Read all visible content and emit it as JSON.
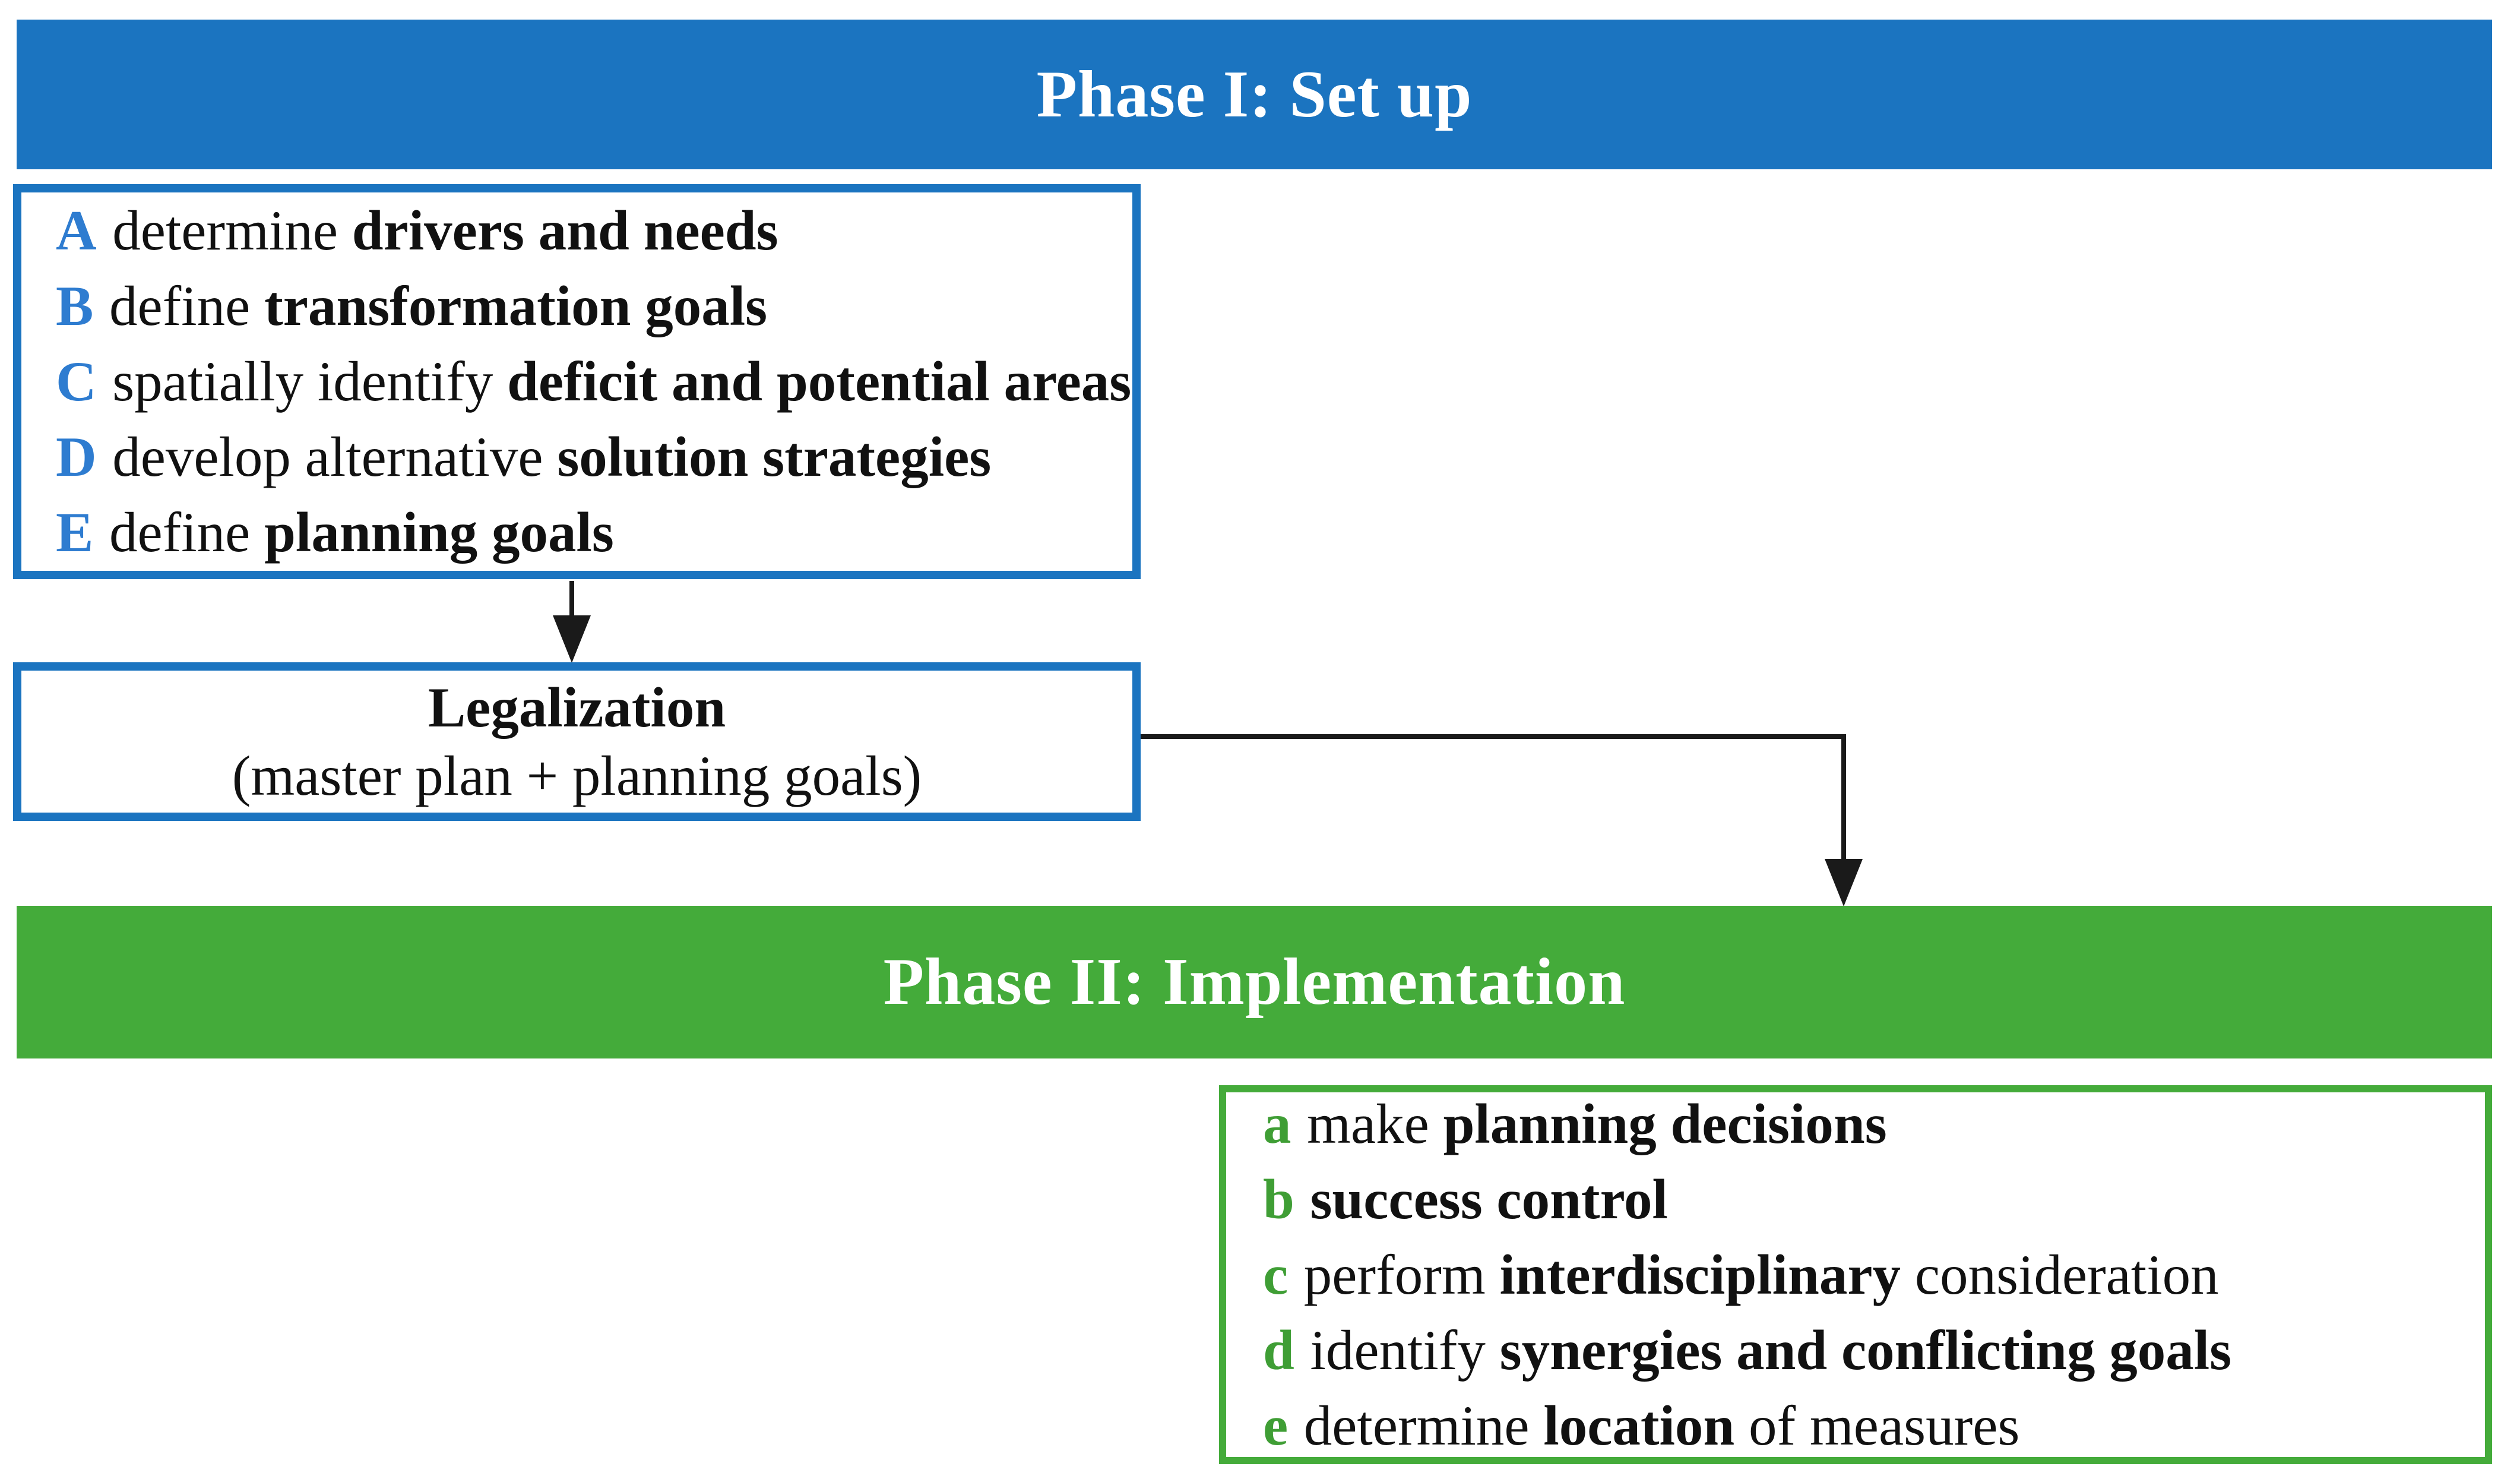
{
  "colors": {
    "blue": "#1b74c0",
    "blue_letter": "#2e7cd0",
    "green": "#44ab3a",
    "green_letter": "#3f9e35"
  },
  "phase1": {
    "header": "Phase I: Set up",
    "steps": [
      {
        "letter": "A",
        "segments": [
          {
            "text": "determine ",
            "bold": false
          },
          {
            "text": "drivers and needs",
            "bold": true
          }
        ]
      },
      {
        "letter": "B",
        "segments": [
          {
            "text": "define ",
            "bold": false
          },
          {
            "text": "transformation goals",
            "bold": true
          }
        ]
      },
      {
        "letter": "C",
        "segments": [
          {
            "text": "spatially identify ",
            "bold": false
          },
          {
            "text": "deficit and potential areas",
            "bold": true
          }
        ]
      },
      {
        "letter": "D",
        "segments": [
          {
            "text": "develop alternative ",
            "bold": false
          },
          {
            "text": "solution strategies",
            "bold": true
          }
        ]
      },
      {
        "letter": "E",
        "segments": [
          {
            "text": "define ",
            "bold": false
          },
          {
            "text": "planning goals",
            "bold": true
          }
        ]
      }
    ],
    "legalization": {
      "title": "Legalization",
      "subtitle": "(master plan + planning goals)"
    }
  },
  "phase2": {
    "header": "Phase II: Implementation",
    "steps": [
      {
        "letter": "a",
        "segments": [
          {
            "text": "make ",
            "bold": false
          },
          {
            "text": "planning decisions",
            "bold": true
          }
        ]
      },
      {
        "letter": "b",
        "segments": [
          {
            "text": "success control",
            "bold": true
          }
        ]
      },
      {
        "letter": "c",
        "segments": [
          {
            "text": "perform ",
            "bold": false
          },
          {
            "text": "interdisciplinary",
            "bold": true
          },
          {
            "text": " consideration",
            "bold": false
          }
        ]
      },
      {
        "letter": "d",
        "segments": [
          {
            "text": "identify ",
            "bold": false
          },
          {
            "text": "synergies and conflicting goals",
            "bold": true
          }
        ]
      },
      {
        "letter": "e",
        "segments": [
          {
            "text": "determine ",
            "bold": false
          },
          {
            "text": "location",
            "bold": true
          },
          {
            "text": " of measures",
            "bold": false
          }
        ]
      }
    ]
  }
}
